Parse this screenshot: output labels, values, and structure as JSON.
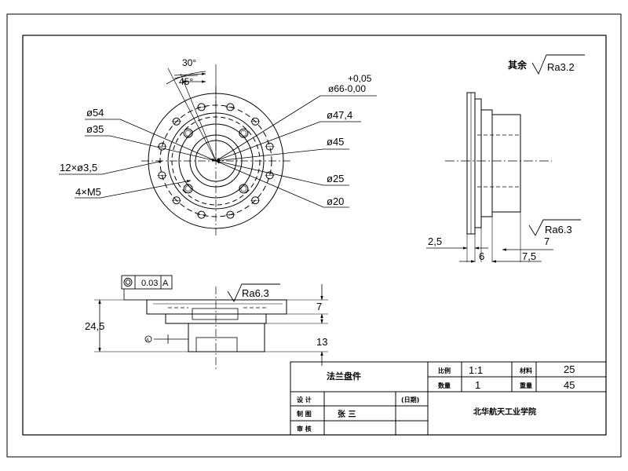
{
  "drawing": {
    "roughness_other": "其余",
    "ra_general": "Ra3.2",
    "ra_side_view": "Ra6.3",
    "ra_front_view": "Ra6.3",
    "tolerance_frame": "0.03",
    "tolerance_datum": "A",
    "datum_symbol": "A"
  },
  "dimensions": {
    "angle_30": "30°",
    "angle_45": "45°",
    "dia66_tol_upper": "+0,05",
    "dia66": "ø66-0,00",
    "dia54": "ø54",
    "dia35": "ø35",
    "holes_12": "12×ø3,5",
    "thread_4": "4×M5",
    "dia47": "ø47,4",
    "dia45": "ø45",
    "dia25": "ø25",
    "dia20": "ø20",
    "dim_2_5": "2,5",
    "dim_6": "6",
    "dim_7_side": "7",
    "dim_7_5": "7,5",
    "dim_24_5": "24,5",
    "dim_7_front": "7",
    "dim_13": "13"
  },
  "title_block": {
    "part_name": "法兰盘件",
    "label_scale": "比例",
    "scale": "1:1",
    "label_qty": "数量",
    "qty": "1",
    "label_material": "材料",
    "material": "25",
    "label_weight": "重量",
    "weight": "45",
    "label_design": "设 计",
    "label_draw": "制 图",
    "drafter": "张 三",
    "label_check": "审 核",
    "label_date": "(日期)",
    "institute": "北华航天工业学院"
  }
}
